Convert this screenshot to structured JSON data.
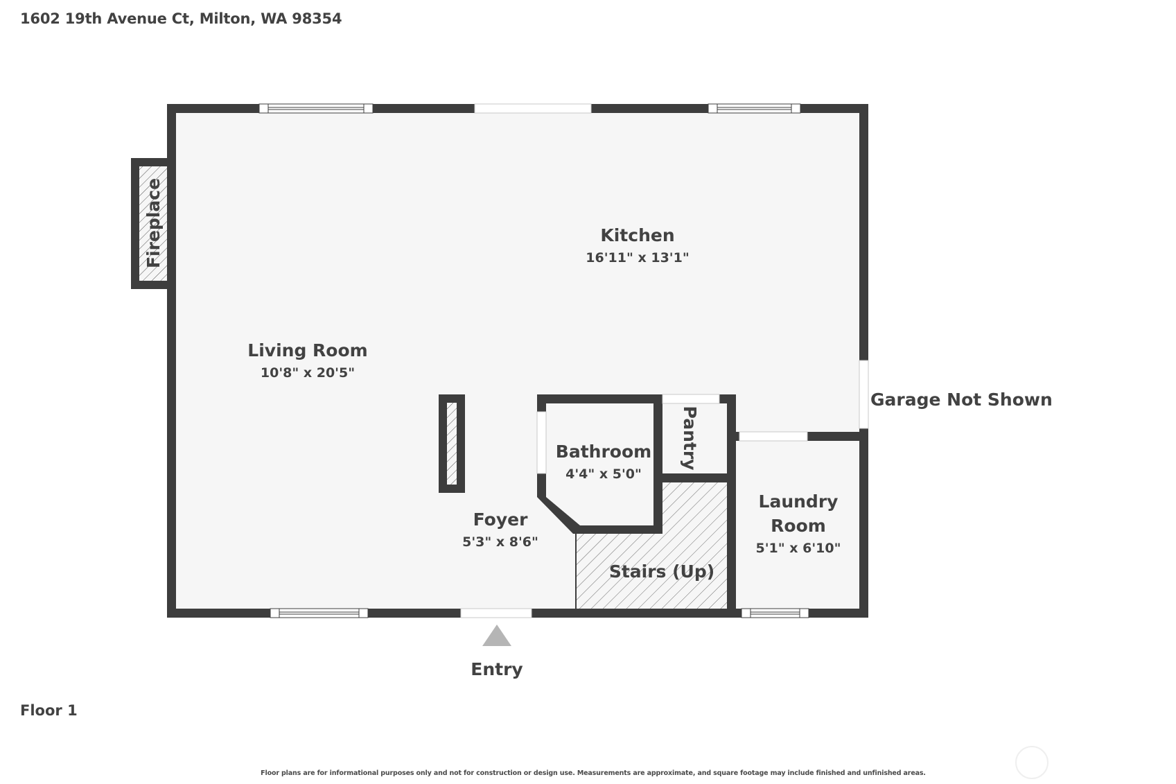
{
  "header": {
    "address": "1602 19th Avenue Ct, Milton, WA 98354"
  },
  "floor": {
    "label": "Floor 1"
  },
  "footer": {
    "disclaimer": "Floor plans are for informational purposes only and not for construction or design use. Measurements are approximate, and square footage may include finished and unfinished areas."
  },
  "colors": {
    "wall": "#3d3d3d",
    "floor": "#f6f6f6",
    "background": "#ffffff",
    "text": "#424242",
    "entry_arrow": "#b5b5b5",
    "hatch": "#6a6a6a"
  },
  "rooms": {
    "kitchen": {
      "name": "Kitchen",
      "dims": "16'11\" x 13'1\""
    },
    "living": {
      "name": "Living Room",
      "dims": "10'8\" x 20'5\""
    },
    "bathroom": {
      "name": "Bathroom",
      "dims": "4'4\" x 5'0\""
    },
    "pantry": {
      "name": "Pantry"
    },
    "foyer": {
      "name": "Foyer",
      "dims": "5'3\" x 8'6\""
    },
    "stairs": {
      "name": "Stairs (Up)"
    },
    "laundry": {
      "name_line1": "Laundry",
      "name_line2": "Room",
      "dims": "5'1\" x 6'10\""
    },
    "fireplace": {
      "name": "Fireplace"
    }
  },
  "annotations": {
    "garage_note": "Garage Not Shown",
    "entry": "Entry"
  },
  "icons": {
    "entry_arrow": "triangle-up",
    "compass": "circle-outline"
  }
}
